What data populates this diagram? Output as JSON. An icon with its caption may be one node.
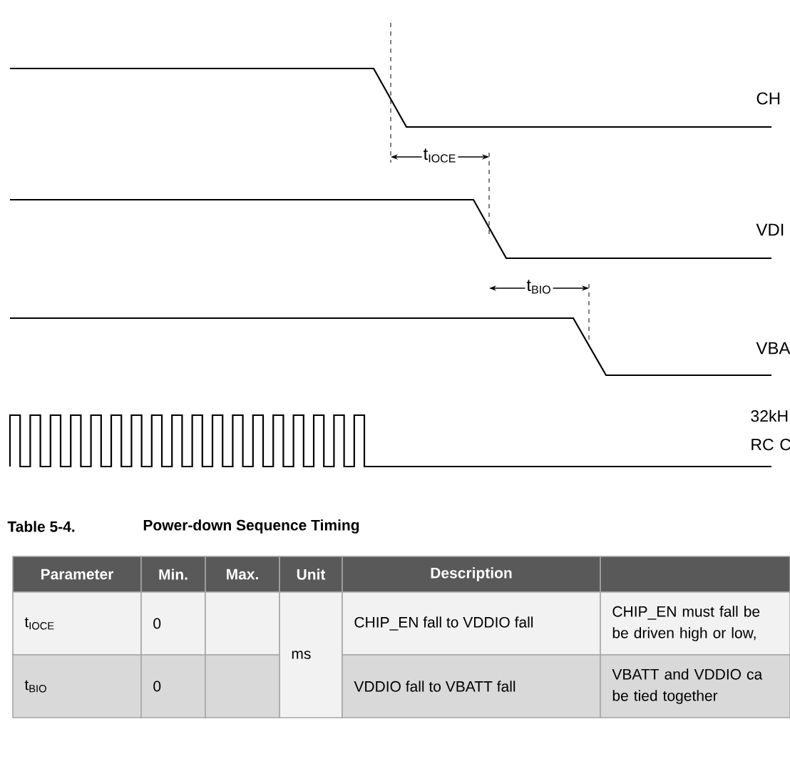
{
  "diagram": {
    "labels": [
      "CH",
      "t$_{IOCE}$",
      "VDI",
      "t$_{BIO}$",
      "VBA",
      "32kH RC C",
      "Table 5-4.",
      "Power-down Sequence Timing",
      "Parameter",
      "Min.",
      "Max.",
      "Unit",
      "Description",
      "t$_{IOCE}$",
      "0",
      "ms",
      "CHIP_EN fall to VDDIO fall",
      "CHIP_EN must fall be be driven high or low,",
      "t$_{BIO}$",
      "0",
      "VDDIO fall to VBATT fall",
      "VBATT and VDDIO ca be tied together"
    ]
  }
}
